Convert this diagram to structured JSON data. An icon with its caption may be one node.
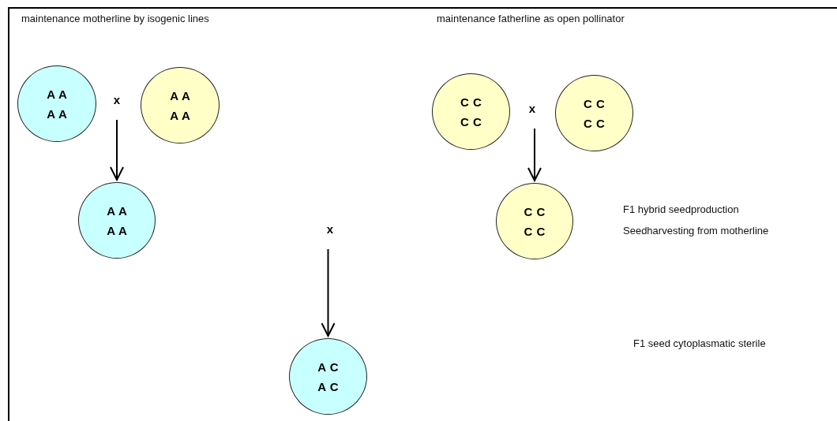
{
  "diagram": {
    "nodes": [
      {
        "text": [
          "A A A A"
        ]
      },
      {
        "text": [
          "x"
        ]
      },
      {
        "text": [
          "A A A A"
        ]
      },
      {
        "text": [
          "A A A A"
        ]
      },
      {
        "text": [
          "C C C C"
        ]
      },
      {
        "text": [
          "x"
        ]
      },
      {
        "text": [
          "C C C C"
        ]
      },
      {
        "text": [
          "C C C C"
        ]
      },
      {
        "text": [
          "x"
        ]
      },
      {
        "text": [
          "A C A C"
        ]
      }
    ],
    "edges": [
      {
        "from": 1,
        "to": 3,
        "arrow": "to"
      },
      {
        "from": 5,
        "to": 7,
        "arrow": "to"
      },
      {
        "from": 8,
        "to": 9,
        "arrow": "to"
      }
    ],
    "labels": [
      "maintenance motherline by isogenic lines",
      "maintenance fatherline as open pollinator",
      "F1 hybrid seedproduction Seedharvesting from motherline",
      "F1 seed cytoplasmatic sterile"
    ]
  }
}
